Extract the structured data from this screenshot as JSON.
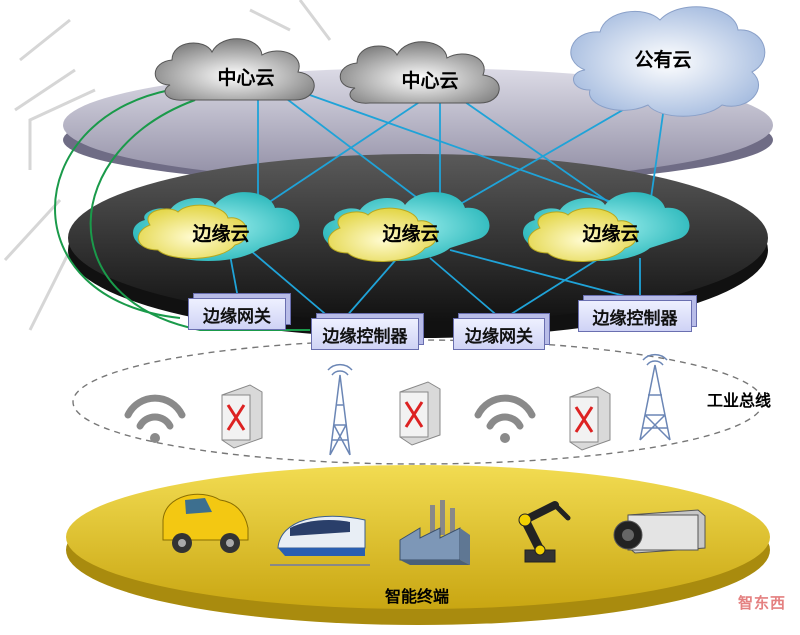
{
  "clouds": {
    "center_1": "中心云",
    "center_2": "中心云",
    "public": "公有云",
    "edge_1": "边缘云",
    "edge_2": "边缘云",
    "edge_3": "边缘云"
  },
  "boxes": {
    "gateway_1": "边缘网关",
    "controller_1": "边缘控制器",
    "gateway_2": "边缘网关",
    "controller_2": "边缘控制器"
  },
  "bus_label": "工业总线",
  "terminal_label": "智能终端",
  "watermark_text": "智东西",
  "colors": {
    "link": "#1fa3d8",
    "green_link": "#1a9a4a",
    "disk_top": "#c9c7d4",
    "disk_mid": "#3a3a3a",
    "disk_bottom": "#e6c62c"
  }
}
